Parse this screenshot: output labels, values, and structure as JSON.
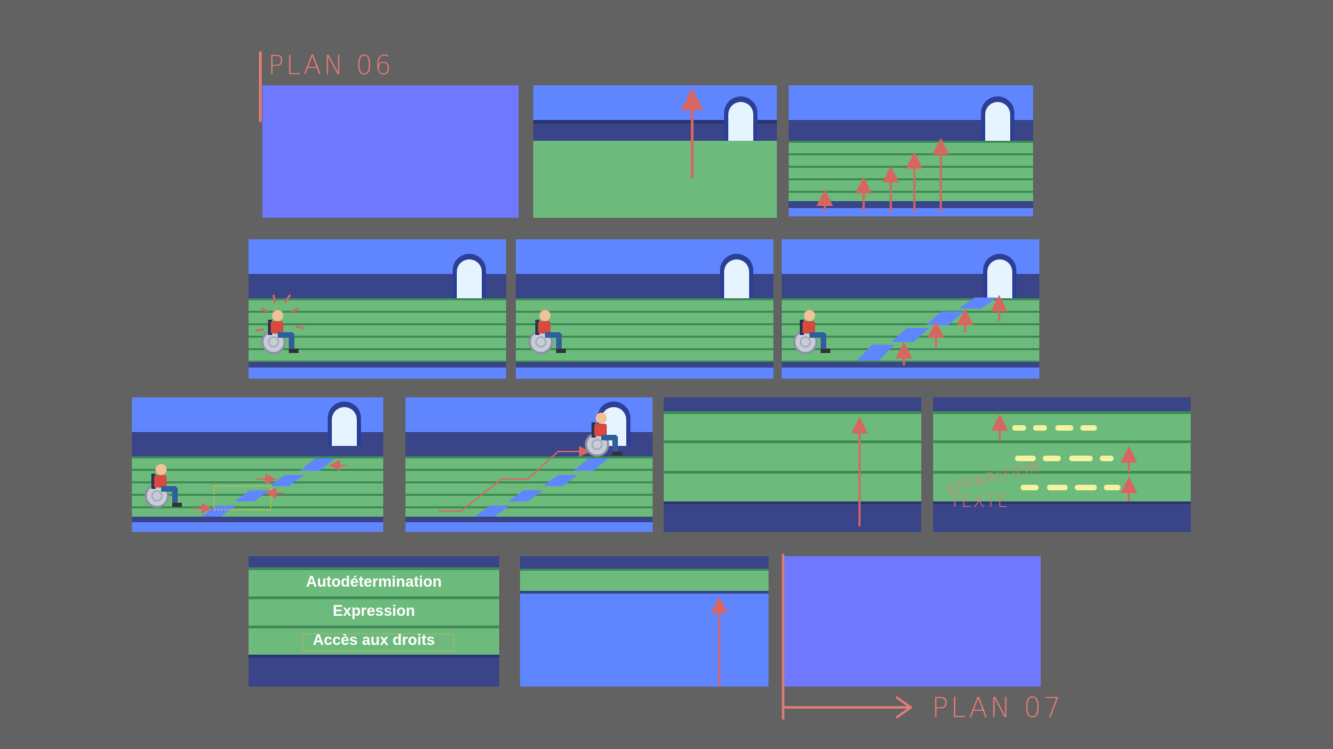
{
  "plans": {
    "start_label": "PLAN 06",
    "end_label": "PLAN 07"
  },
  "annotations": {
    "text_note_line1": "APPARITION",
    "text_note_line2": "TEXTE"
  },
  "text_panel": {
    "labels": [
      "Autodétermination",
      "Expression",
      "Accès aux droits"
    ]
  },
  "colors": {
    "background": "#626262",
    "sky": "#6f79ff",
    "sky_blue": "#5f85ff",
    "wall": "#3a4488",
    "green_step": "#6cba7c",
    "annotation_red": "#e27d76",
    "text_yellow": "#f6f2a0"
  }
}
